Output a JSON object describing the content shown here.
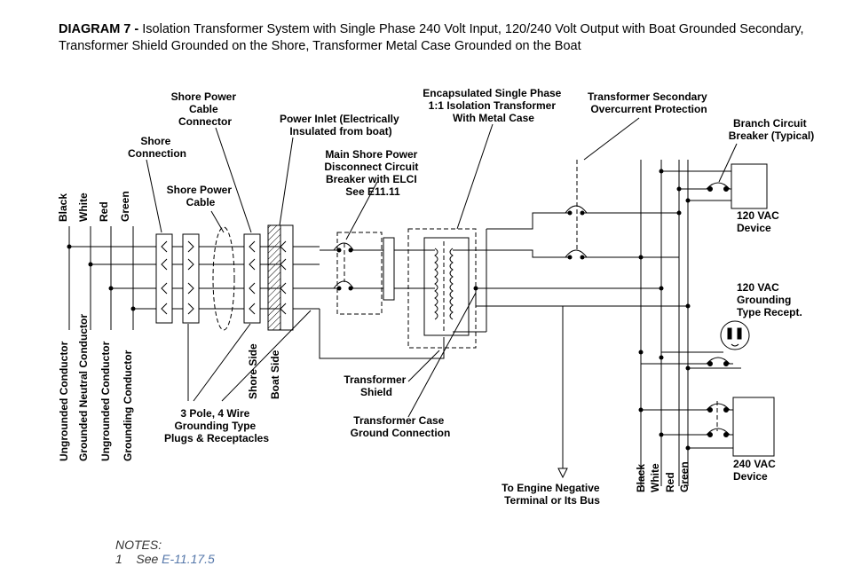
{
  "header": {
    "diagram_label": "DIAGRAM 7 -",
    "diagram_title": " Isolation Transformer System with Single Phase 240 Volt Input, 120/240 Volt Output with Boat Grounded Secondary, Transformer Shield Grounded on the Shore, Transformer Metal Case Grounded on the Boat"
  },
  "labels": {
    "shore_power_cable_connector": [
      "Shore Power",
      "Cable",
      "Connector"
    ],
    "shore_connection": [
      "Shore",
      "Connection"
    ],
    "shore_power_cable": [
      "Shore Power",
      "Cable"
    ],
    "power_inlet": [
      "Power Inlet (Electrically",
      "Insulated from boat)"
    ],
    "main_disconnect": [
      "Main Shore Power",
      "Disconnect Circuit",
      "Breaker with ELCI",
      "See E11.11"
    ],
    "isolation_transformer": [
      "Encapsulated Single Phase",
      "1:1 Isolation Transformer",
      "With Metal Case"
    ],
    "secondary_overcurrent": [
      "Transformer Secondary",
      "Overcurrent Protection"
    ],
    "branch_breaker": [
      "Branch Circuit",
      "Breaker (Typical)"
    ],
    "device_120": [
      "120 VAC",
      "Device"
    ],
    "grounding_receptacle": [
      "120 VAC",
      "Grounding",
      "Type Recept."
    ],
    "device_240": [
      "240 VAC",
      "Device"
    ],
    "transformer_shield": [
      "Transformer",
      "Shield"
    ],
    "case_ground": [
      "Transformer Case",
      "Ground Connection"
    ],
    "engine_negative": [
      "To Engine Negative",
      "Terminal or Its Bus"
    ],
    "plugs_receptacles": [
      "3 Pole, 4 Wire",
      "Grounding Type",
      "Plugs & Receptacles"
    ],
    "shore_side": "Shore Side",
    "boat_side": "Boat Side"
  },
  "left_wires": [
    "Black",
    "White",
    "Red",
    "Green"
  ],
  "left_conductors": [
    "Ungrounded Conductor",
    "Grounded Neutral Conductor",
    "Ungrounded Conductor",
    "Grounding Conductor"
  ],
  "right_wires": [
    "Black",
    "White",
    "Red",
    "Green"
  ],
  "notes": {
    "heading": "NOTES:",
    "item_number": "1",
    "item_text": "See ",
    "item_ref": "E-11.17.5"
  }
}
